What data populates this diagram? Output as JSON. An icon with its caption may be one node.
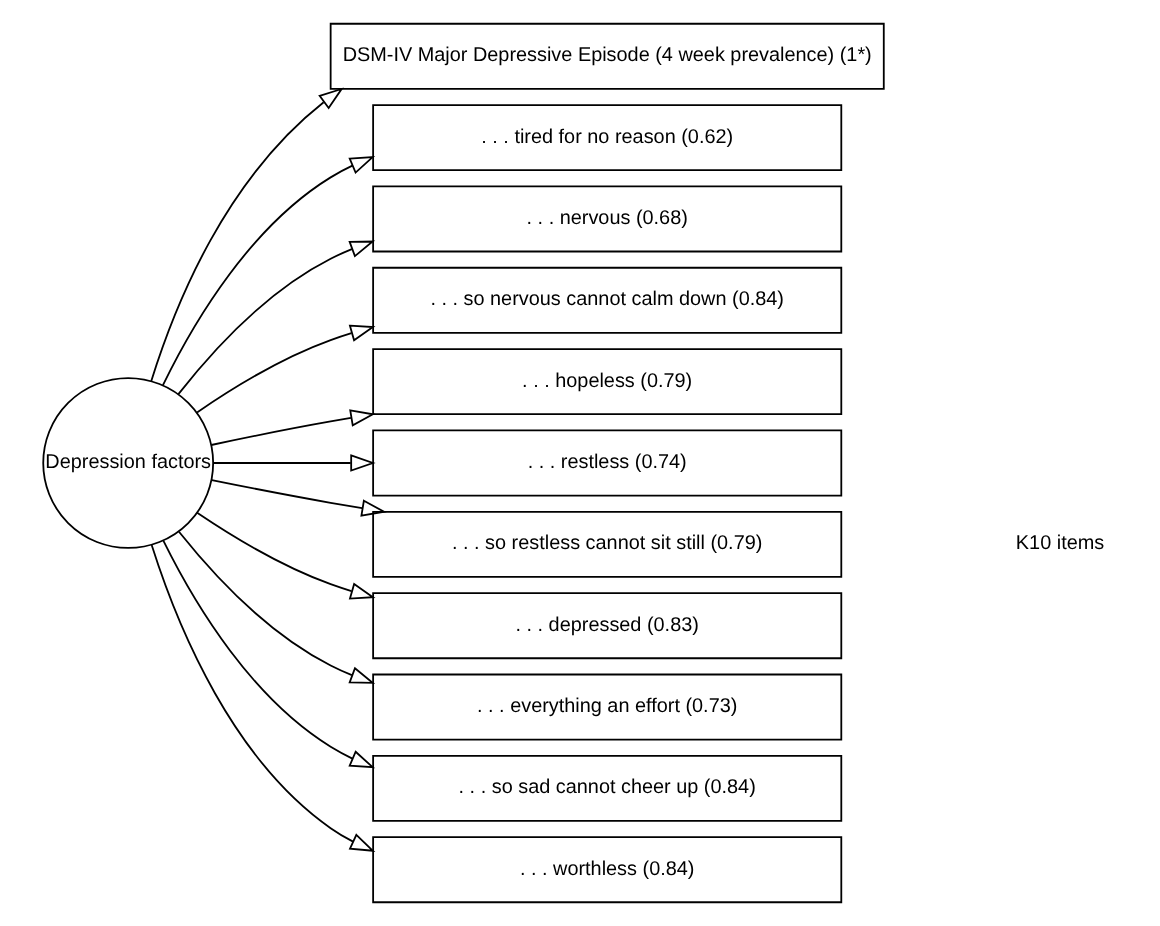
{
  "diagram": {
    "nodes": [
      {
        "text": [
          "Depression factors"
        ]
      },
      {
        "text": [
          "DSM-IV Major Depressive Episode (4 week prevalence) (1*)"
        ]
      },
      {
        "text": [
          ". . . tired for no reason (0.62)"
        ]
      },
      {
        "text": [
          ". . . nervous (0.68)"
        ]
      },
      {
        "text": [
          ". . . so nervous cannot calm down (0.84)"
        ]
      },
      {
        "text": [
          ". . . hopeless (0.79)"
        ]
      },
      {
        "text": [
          ". . . restless (0.74)"
        ]
      },
      {
        "text": [
          ". . . so restless cannot sit still (0.79)"
        ]
      },
      {
        "text": [
          ". . . depressed (0.83)"
        ]
      },
      {
        "text": [
          ". . . everything an effort (0.73)"
        ]
      },
      {
        "text": [
          ". . . so sad cannot cheer up (0.84)"
        ]
      },
      {
        "text": [
          ". . . worthless (0.84)"
        ]
      }
    ],
    "edges": [
      {
        "from": 0,
        "to": 1,
        "arrow": "to"
      },
      {
        "from": 0,
        "to": 2,
        "arrow": "to"
      },
      {
        "from": 0,
        "to": 3,
        "arrow": "to"
      },
      {
        "from": 0,
        "to": 4,
        "arrow": "to"
      },
      {
        "from": 0,
        "to": 5,
        "arrow": "to"
      },
      {
        "from": 0,
        "to": 6,
        "arrow": "to"
      },
      {
        "from": 0,
        "to": 7,
        "arrow": "to"
      },
      {
        "from": 0,
        "to": 8,
        "arrow": "to"
      },
      {
        "from": 0,
        "to": 9,
        "arrow": "to"
      },
      {
        "from": 0,
        "to": 10,
        "arrow": "to"
      },
      {
        "from": 0,
        "to": 11,
        "arrow": "to"
      }
    ],
    "labels": [
      "K10 items"
    ]
  }
}
